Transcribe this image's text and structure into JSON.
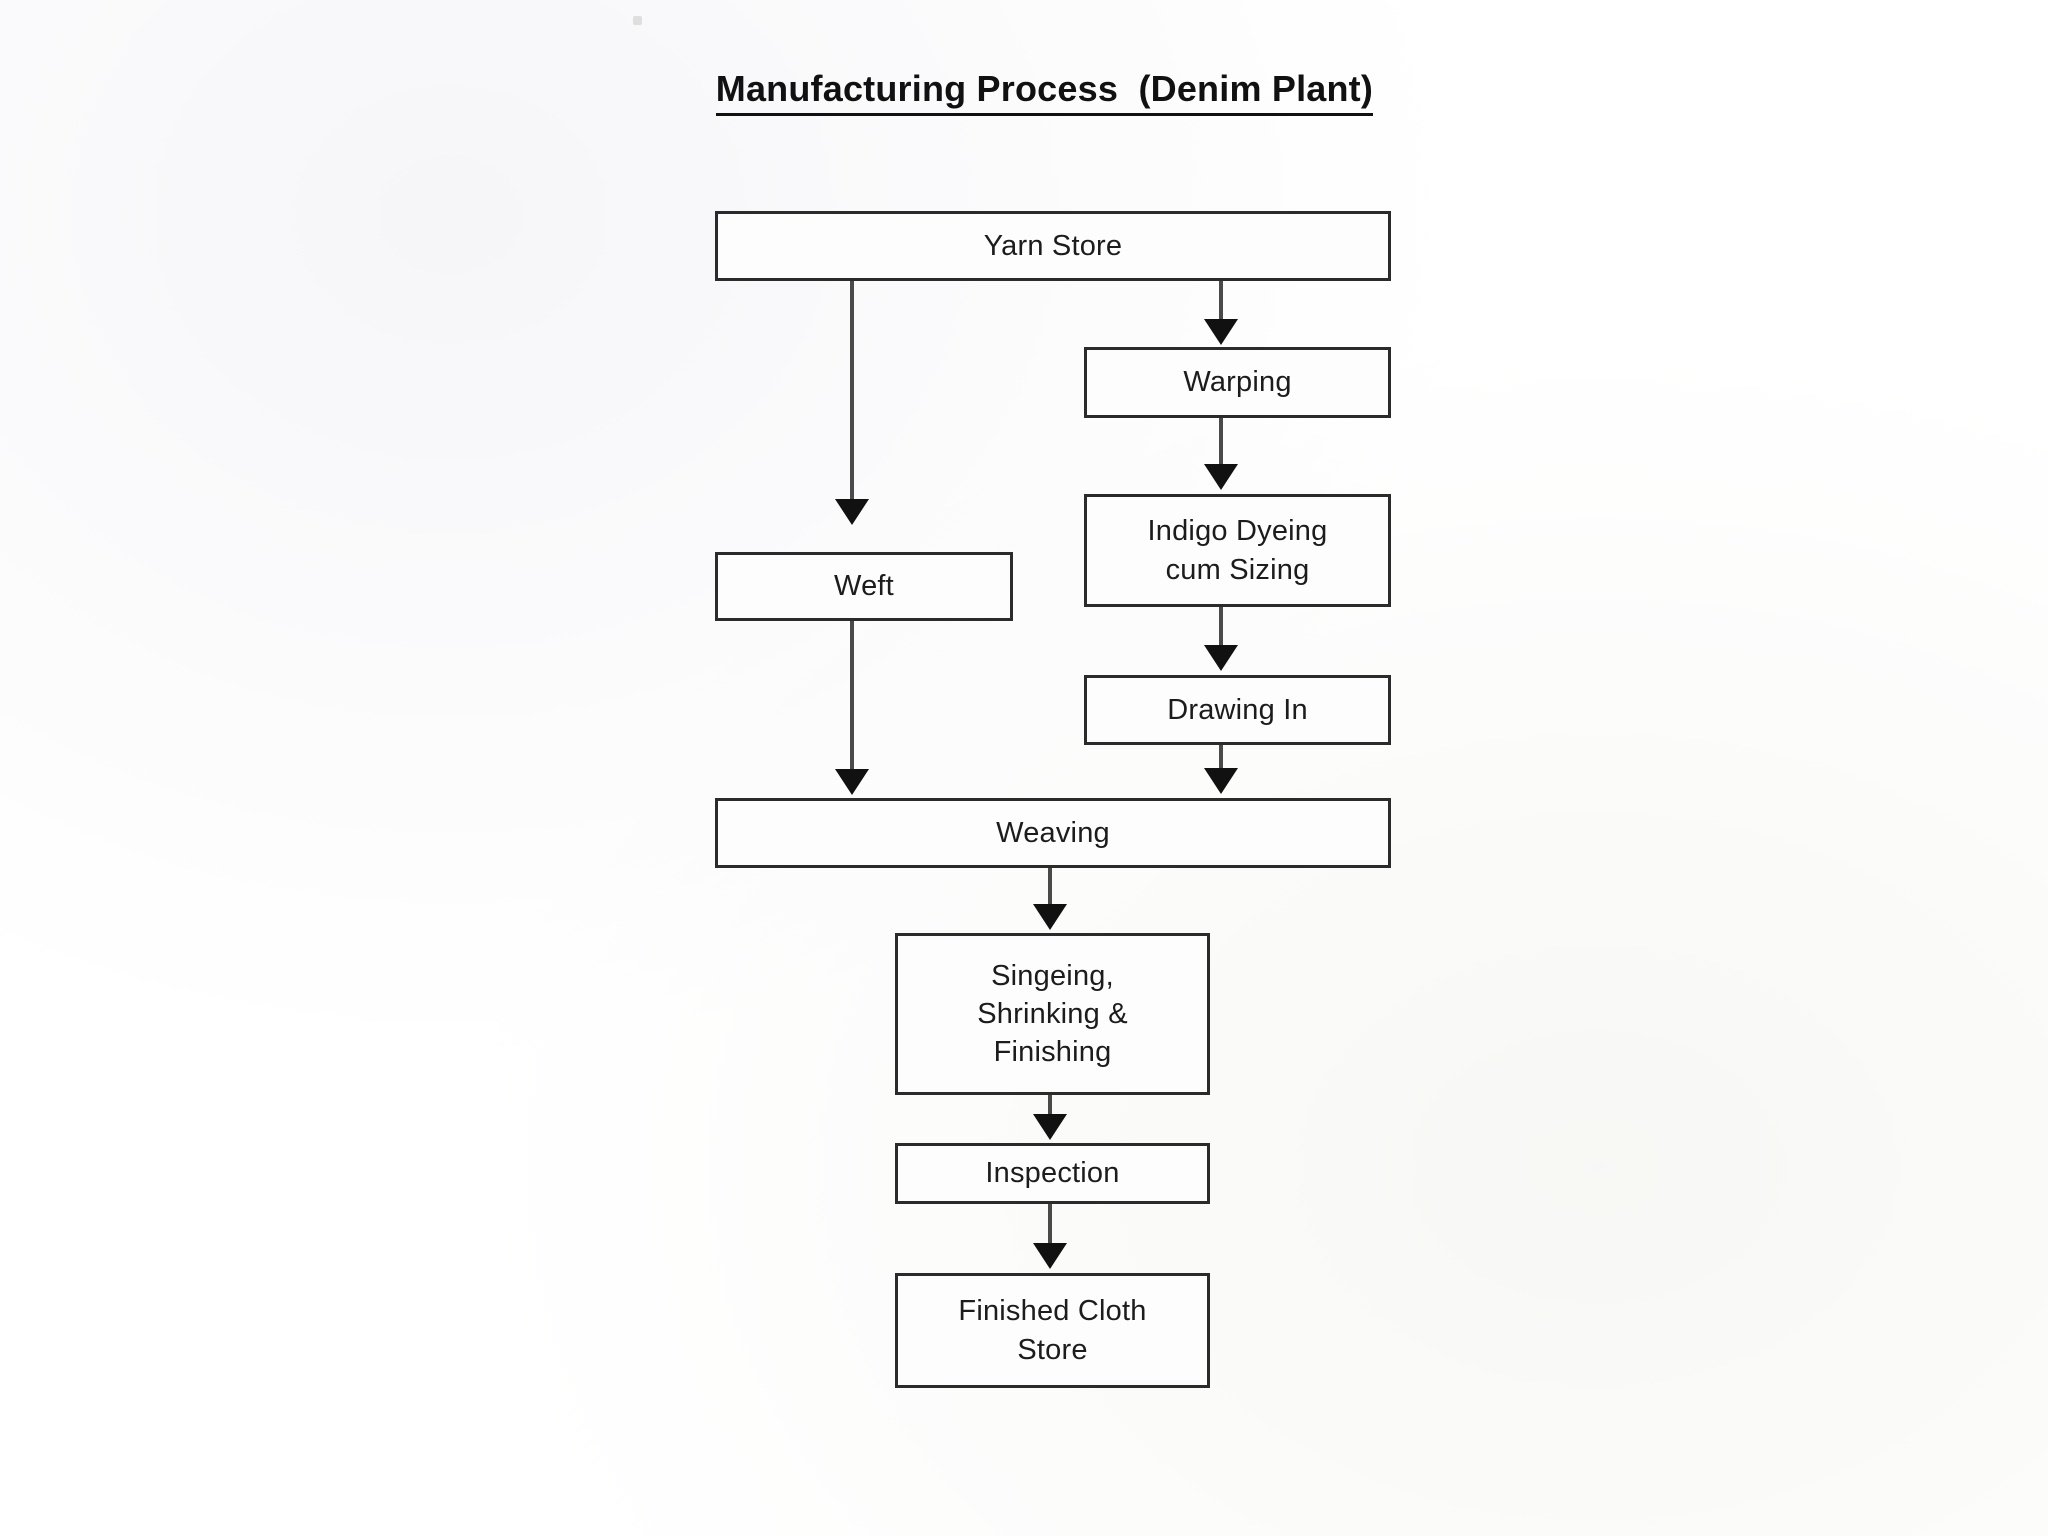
{
  "document": {
    "title_prefix": "Manufacturing Process",
    "title_suffix": "(Denim Plant)",
    "title_full": "Manufacturing Process  (Denim Plant)",
    "background_color": "#ffffff",
    "text_color": "#1c1c1c",
    "box_border_color": "#2b2b2b",
    "connector_color": "#4a4a4a",
    "arrowhead_color": "#111111"
  },
  "chart_data": {
    "type": "flowchart",
    "title": "Manufacturing Process  (Denim Plant)",
    "orientation": "top-to-bottom",
    "nodes": [
      {
        "id": "yarn-store",
        "label": "Yarn Store",
        "lines": [
          "Yarn Store"
        ]
      },
      {
        "id": "warping",
        "label": "Warping",
        "lines": [
          "Warping"
        ]
      },
      {
        "id": "indigo",
        "label": "Indigo Dyeing cum Sizing",
        "lines": [
          "Indigo Dyeing",
          "cum Sizing"
        ]
      },
      {
        "id": "weft",
        "label": "Weft",
        "lines": [
          "Weft"
        ]
      },
      {
        "id": "drawing-in",
        "label": "Drawing In",
        "lines": [
          "Drawing In"
        ]
      },
      {
        "id": "weaving",
        "label": "Weaving",
        "lines": [
          "Weaving"
        ]
      },
      {
        "id": "singeing",
        "label": "Singeing, Shrinking & Finishing",
        "lines": [
          "Singeing,",
          "Shrinking &",
          "Finishing"
        ]
      },
      {
        "id": "inspection",
        "label": "Inspection",
        "lines": [
          "Inspection"
        ]
      },
      {
        "id": "finished-store",
        "label": "Finished Cloth Store",
        "lines": [
          "Finished Cloth",
          "Store"
        ]
      }
    ],
    "edges": [
      {
        "from": "yarn-store",
        "to": "weft",
        "style": "arrow"
      },
      {
        "from": "yarn-store",
        "to": "warping",
        "style": "arrow"
      },
      {
        "from": "warping",
        "to": "indigo",
        "style": "arrow"
      },
      {
        "from": "indigo",
        "to": "drawing-in",
        "style": "arrow"
      },
      {
        "from": "weft",
        "to": "weaving",
        "style": "arrow"
      },
      {
        "from": "drawing-in",
        "to": "weaving",
        "style": "arrow"
      },
      {
        "from": "weaving",
        "to": "singeing",
        "style": "arrow"
      },
      {
        "from": "singeing",
        "to": "inspection",
        "style": "arrow"
      },
      {
        "from": "inspection",
        "to": "finished-store",
        "style": "arrow"
      }
    ]
  },
  "nodes": {
    "yarn_store": "Yarn Store",
    "warping": "Warping",
    "indigo": "Indigo Dyeing\ncum Sizing",
    "weft": "Weft",
    "drawing_in": "Drawing In",
    "weaving": "Weaving",
    "singeing": "Singeing,\nShrinking &\nFinishing",
    "inspection": "Inspection",
    "finished_store": "Finished Cloth\nStore"
  }
}
